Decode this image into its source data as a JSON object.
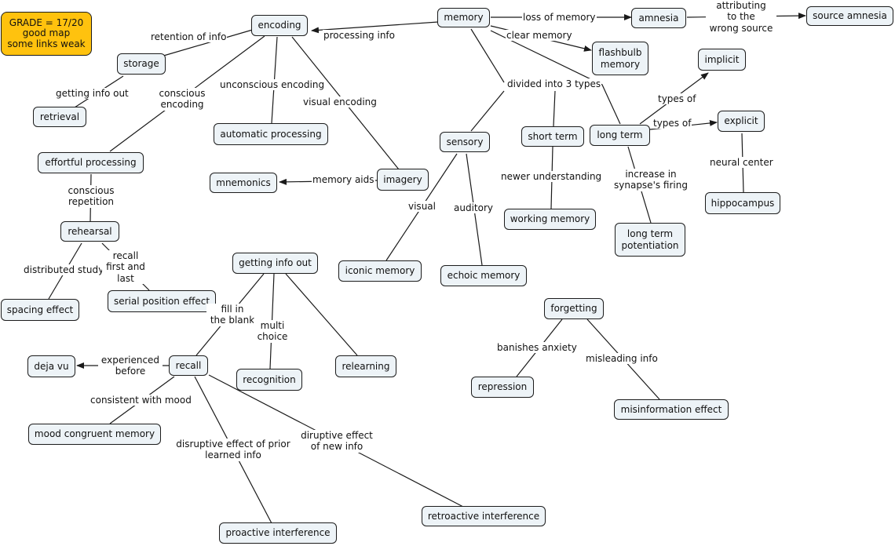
{
  "grade_box": {
    "text": "GRADE = 17/20\ngood map\nsome links weak",
    "color": "#ffc20e"
  },
  "concepts": {
    "memory": "memory",
    "encoding": "encoding",
    "amnesia": "amnesia",
    "source_amnesia": "source amnesia",
    "flashbulb_memory": "flashbulb\nmemory",
    "implicit": "implicit",
    "explicit": "explicit",
    "hippocampus": "hippocampus",
    "storage": "storage",
    "retrieval": "retrieval",
    "effortful_processing": "effortful processing",
    "automatic_processing": "automatic processing",
    "mnemonics": "mnemonics",
    "imagery": "imagery",
    "sensory": "sensory",
    "short_term": "short term",
    "long_term": "long term",
    "working_memory": "working memory",
    "long_term_potentiation": "long term\npotentiation",
    "rehearsal": "rehearsal",
    "spacing_effect": "spacing effect",
    "serial_position_effect": "serial position effect",
    "getting_info_out": "getting info out",
    "iconic_memory": "iconic memory",
    "echoic_memory": "echoic memory",
    "forgetting": "forgetting",
    "repression": "repression",
    "misinformation_effect": "misinformation effect",
    "deja_vu": "deja vu",
    "recall": "recall",
    "recognition": "recognition",
    "relearning": "relearning",
    "mood_congruent_memory": "mood congruent memory",
    "proactive_interference": "proactive interference",
    "retroactive_interference": "retroactive interference"
  },
  "link_labels": {
    "retention_of_info": "retention of info",
    "processing_info": "processing info",
    "loss_of_memory": "loss of memory",
    "attributing_to_wrong_source": "attributing\nto the\nwrong source",
    "clear_memory": "clear memory",
    "getting_info_out": "getting info out",
    "conscious_encoding": "conscious\nencoding",
    "unconscious_encoding": "unconscious encoding",
    "visual_encoding": "visual encoding",
    "divided_into_3_types": "divided into 3 types",
    "types_of_implicit": "types of",
    "types_of_explicit": "types of",
    "neural_center": "neural center",
    "memory_aids": "memory aids",
    "conscious_repetition": "conscious\nrepetition",
    "newer_understanding": "newer understanding",
    "increase_in_synapse_firing": "increase in\nsynapse's firing",
    "visual": "visual",
    "auditory": "auditory",
    "distributed_study": "distributed study",
    "recall_first_and_last": "recall\nfirst and\nlast",
    "fill_in_the_blank": "fill in\nthe blank",
    "multi_choice": "multi\nchoice",
    "banishes_anxiety": "banishes anxiety",
    "misleading_info": "misleading info",
    "experienced_before": "experienced\nbefore",
    "consistent_with_mood": "consistent with mood",
    "disruptive_effect_of_prior": "disruptive effect of prior\nlearned info",
    "diruptive_effect_of_new": "diruptive effect\nof new info"
  },
  "style": {
    "node_fill": "#edf3f7",
    "node_border": "#1c1c1c",
    "line_color": "#1a1a1a",
    "background": "#ffffff"
  }
}
